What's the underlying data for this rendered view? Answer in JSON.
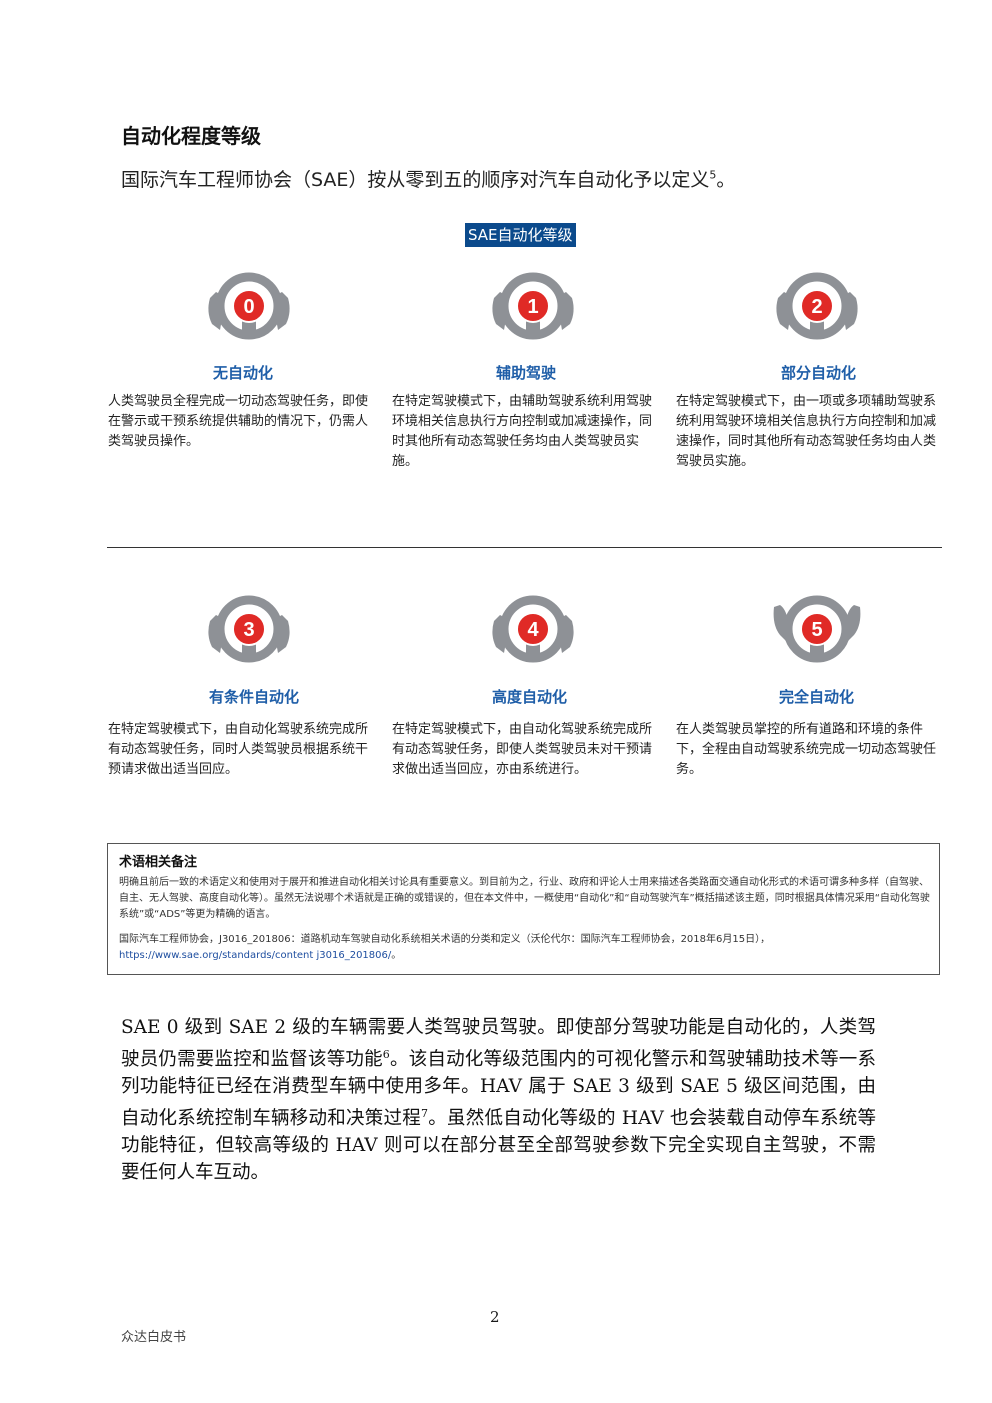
{
  "heading": "自动化程度等级",
  "intro": {
    "text": "国际汽车工程师协会（SAE）按从零到五的顺序对汽车自动化予以定义",
    "ref": "5",
    "tail": "。"
  },
  "banner": "SAE自动化等级",
  "levels": [
    {
      "number": "0",
      "title": "无自动化",
      "desc": "人类驾驶员全程完成一切动态驾驶任务，即使在警示或干预系统提供辅助的情况下，仍需人类驾驶员操作。"
    },
    {
      "number": "1",
      "title": "辅助驾驶",
      "desc": "在特定驾驶模式下，由辅助驾驶系统利用驾驶环境相关信息执行方向控制或加减速操作，同时其他所有动态驾驶任务均由人类驾驶员实施。"
    },
    {
      "number": "2",
      "title": "部分自动化",
      "desc": "在特定驾驶模式下，由一项或多项辅助驾驶系统利用驾驶环境相关信息执行方向控制和加减速操作，同时其他所有动态驾驶任务均由人类驾驶员实施。"
    },
    {
      "number": "3",
      "title": "有条件自动化",
      "desc": "在特定驾驶模式下，由自动化驾驶系统完成所有动态驾驶任务，同时人类驾驶员根据系统干预请求做出适当回应。"
    },
    {
      "number": "4",
      "title": "高度自动化",
      "desc": "在特定驾驶模式下，由自动化驾驶系统完成所有动态驾驶任务，即使人类驾驶员未对干预请求做出适当回应，亦由系统进行。"
    },
    {
      "number": "5",
      "title": "完全自动化",
      "desc": "在人类驾驶员掌控的所有道路和环境的条件下，全程由自动驾驶系统完成一切动态驾驶任务。"
    }
  ],
  "note": {
    "title": "术语相关备注",
    "p1": "明确且前后一致的术语定义和使用对于展开和推进自动化相关讨论具有重要意义。到目前为之，行业、政府和评论人士用来描述各类路面交通自动化形式的术语可谓多种多样（自驾驶、自主、无人驾驶、高度自动化等）。虽然无法说哪个术语就是正确的或错误的，但在本文件中，一概使用“自动化”和“自动驾驶汽车”概括描述该主题，同时根据具体情况采用“自动化驾驶系统”或“ADS”等更为精确的语言。",
    "p2": "国际汽车工程师协会，J3016_201806：道路机动车驾驶自动化系统相关术语的分类和定义（沃伦代尔：国际汽车工程师协会，2018年6月15日），",
    "link": "https://www.sae.org/standards/content j3016_201806/",
    "link_tail": "。"
  },
  "body": {
    "s1": "SAE 0 级到 SAE 2 级的车辆需要人类驾驶员驾驶。即使部分驾驶功能是自动化的，人类驾驶员仍需要监控和监督该等功能",
    "r1": "6",
    "s2": "。该自动化等级范围内的可视化警示和驾驶辅助技术等一系列功能特征已经在消费型车辆中使用多年。HAV 属于 SAE 3 级到 SAE 5 级区间范围，由自动化系统控制车辆移动和决策过程",
    "r2": "7",
    "s3": "。虽然低自动化等级的 HAV 也会装载自动停车系统等功能特征，但较高等级的 HAV 则可以在部分甚至全部驾驶参数下完全实现自主驾驶，不需要任何人车互动。"
  },
  "page_number": "2",
  "footer": "众达白皮书",
  "colors": {
    "accent_red": "#e02a26",
    "wheel_gray": "#8e9196",
    "title_blue": "#1f5ea8",
    "banner_blue": "#0b4a8c"
  }
}
